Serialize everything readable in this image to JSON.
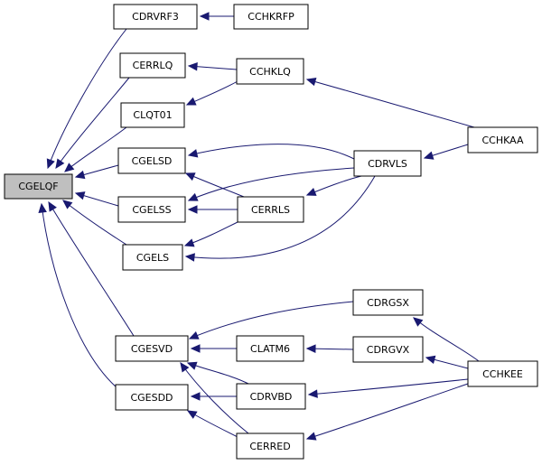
{
  "graph": {
    "edge_color": "#191970",
    "highlight_fill": "#bfbfbf",
    "nodes": [
      {
        "id": "CGELQF",
        "label": "CGELQF",
        "highlight": true
      },
      {
        "id": "CDRVRF3",
        "label": "CDRVRF3"
      },
      {
        "id": "CCHKRFP",
        "label": "CCHKRFP"
      },
      {
        "id": "CERRLQ",
        "label": "CERRLQ"
      },
      {
        "id": "CCHKLQ",
        "label": "CCHKLQ"
      },
      {
        "id": "CLQT01",
        "label": "CLQT01"
      },
      {
        "id": "CCHKAA",
        "label": "CCHKAA"
      },
      {
        "id": "CGELSD",
        "label": "CGELSD"
      },
      {
        "id": "CDRVLS",
        "label": "CDRVLS"
      },
      {
        "id": "CGELSS",
        "label": "CGELSS"
      },
      {
        "id": "CERRLS",
        "label": "CERRLS"
      },
      {
        "id": "CGELS",
        "label": "CGELS"
      },
      {
        "id": "CDRGSX",
        "label": "CDRGSX"
      },
      {
        "id": "CGESVD",
        "label": "CGESVD"
      },
      {
        "id": "CLATM6",
        "label": "CLATM6"
      },
      {
        "id": "CDRGVX",
        "label": "CDRGVX"
      },
      {
        "id": "CCHKEE",
        "label": "CCHKEE"
      },
      {
        "id": "CGESDD",
        "label": "CGESDD"
      },
      {
        "id": "CDRVBD",
        "label": "CDRVBD"
      },
      {
        "id": "CERRED",
        "label": "CERRED"
      }
    ],
    "edges": [
      {
        "from": "CDRVRF3",
        "to": "CGELQF"
      },
      {
        "from": "CERRLQ",
        "to": "CGELQF"
      },
      {
        "from": "CLQT01",
        "to": "CGELQF"
      },
      {
        "from": "CGELSD",
        "to": "CGELQF"
      },
      {
        "from": "CGELSS",
        "to": "CGELQF"
      },
      {
        "from": "CGELS",
        "to": "CGELQF"
      },
      {
        "from": "CGESVD",
        "to": "CGELQF"
      },
      {
        "from": "CGESDD",
        "to": "CGELQF"
      },
      {
        "from": "CCHKRFP",
        "to": "CDRVRF3"
      },
      {
        "from": "CCHKLQ",
        "to": "CERRLQ"
      },
      {
        "from": "CCHKLQ",
        "to": "CLQT01"
      },
      {
        "from": "CCHKAA",
        "to": "CCHKLQ"
      },
      {
        "from": "CCHKAA",
        "to": "CDRVLS"
      },
      {
        "from": "CDRVLS",
        "to": "CGELSD"
      },
      {
        "from": "CDRVLS",
        "to": "CGELSS"
      },
      {
        "from": "CDRVLS",
        "to": "CGELS"
      },
      {
        "from": "CDRVLS",
        "to": "CERRLS"
      },
      {
        "from": "CERRLS",
        "to": "CGELSD"
      },
      {
        "from": "CERRLS",
        "to": "CGELSS"
      },
      {
        "from": "CERRLS",
        "to": "CGELS"
      },
      {
        "from": "CDRGSX",
        "to": "CGESVD"
      },
      {
        "from": "CLATM6",
        "to": "CGESVD"
      },
      {
        "from": "CDRVBD",
        "to": "CGESVD"
      },
      {
        "from": "CERRED",
        "to": "CGESVD"
      },
      {
        "from": "CDRVBD",
        "to": "CGESDD"
      },
      {
        "from": "CERRED",
        "to": "CGESDD"
      },
      {
        "from": "CDRGVX",
        "to": "CLATM6"
      },
      {
        "from": "CCHKEE",
        "to": "CDRGSX"
      },
      {
        "from": "CCHKEE",
        "to": "CDRGVX"
      },
      {
        "from": "CCHKEE",
        "to": "CDRVBD"
      },
      {
        "from": "CCHKEE",
        "to": "CERRED"
      }
    ]
  }
}
